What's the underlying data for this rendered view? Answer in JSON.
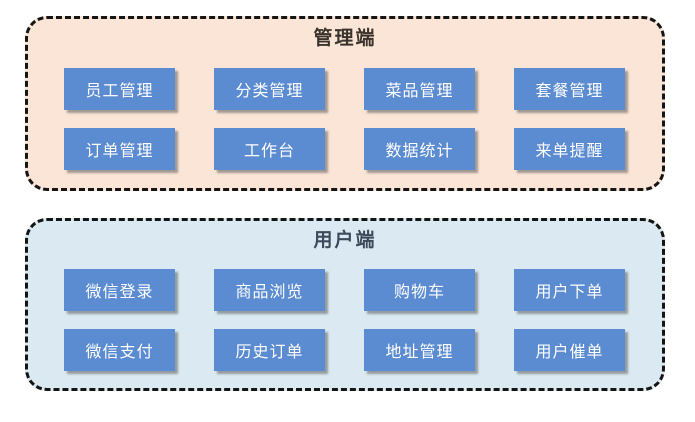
{
  "panels": [
    {
      "title": "管理端",
      "bg_color": "#FBE5D6",
      "title_color": "#3A332C",
      "items": [
        "员工管理",
        "分类管理",
        "菜品管理",
        "套餐管理",
        "订单管理",
        "工作台",
        "数据统计",
        "来单提醒"
      ]
    },
    {
      "title": "用户端",
      "bg_color": "#DBEAF2",
      "title_color": "#3E4A5C",
      "items": [
        "微信登录",
        "商品浏览",
        "购物车",
        "用户下单",
        "微信支付",
        "历史订单",
        "地址管理",
        "用户催单"
      ]
    }
  ],
  "colors": {
    "node_bg": "#5B8BD0",
    "node_text": "#FFFFFF",
    "border": "#151515",
    "page_bg": "#FFFFFF"
  }
}
